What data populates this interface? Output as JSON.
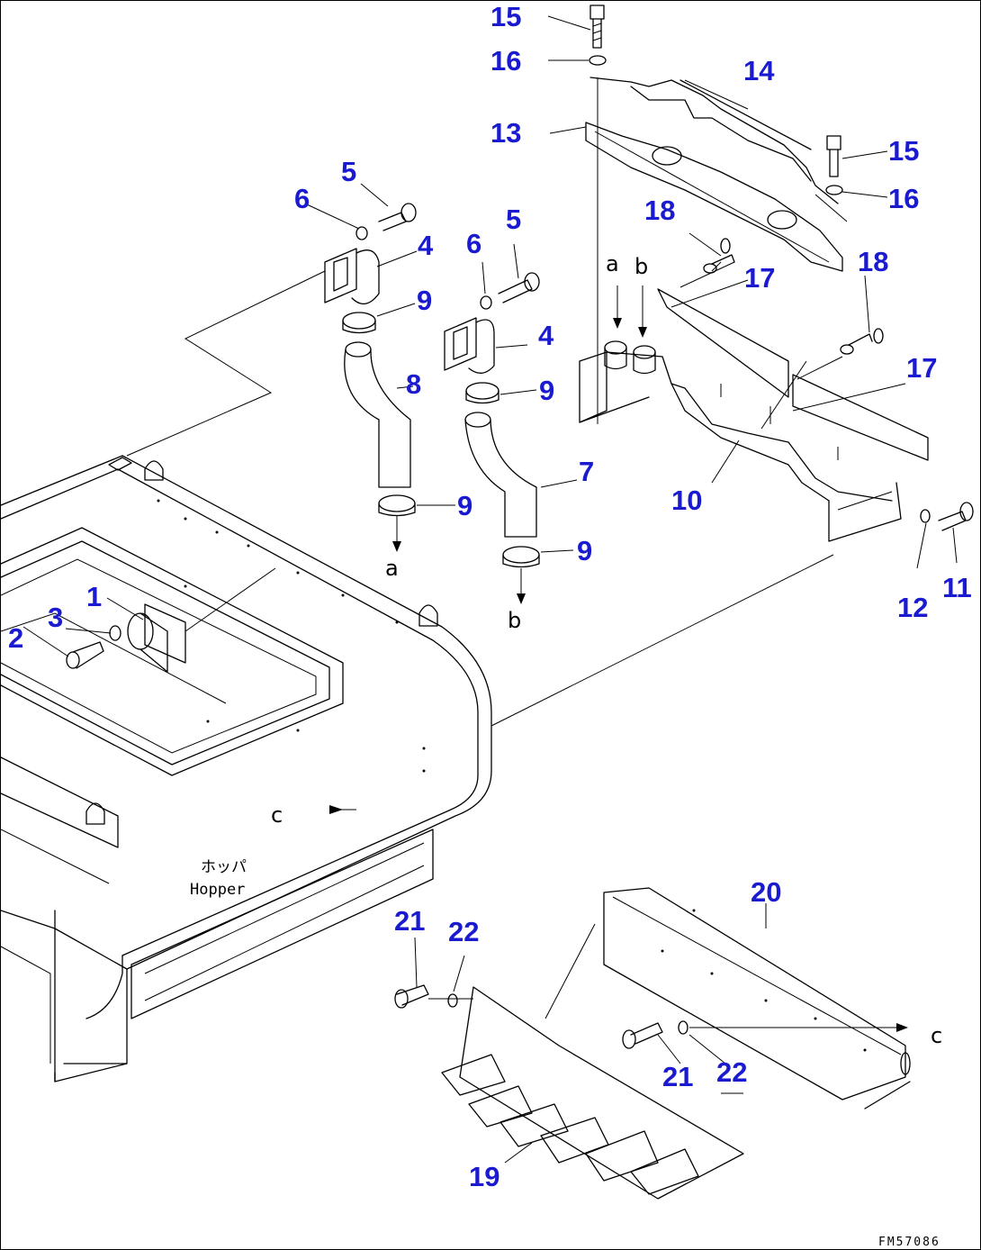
{
  "diagram": {
    "part_numbers": [
      "1",
      "2",
      "3",
      "4",
      "4",
      "5",
      "5",
      "6",
      "6",
      "7",
      "8",
      "9",
      "9",
      "9",
      "9",
      "10",
      "11",
      "12",
      "13",
      "14",
      "15",
      "15",
      "16",
      "16",
      "17",
      "17",
      "18",
      "18",
      "19",
      "20",
      "21",
      "21",
      "22",
      "22"
    ],
    "reference_letters": {
      "a_top": "a",
      "b_top": "b",
      "a_bottom": "a",
      "b_bottom": "b",
      "c_hopper": "c",
      "c_cover": "c"
    },
    "hopper_label_jp": "ホッパ",
    "hopper_label_en": "Hopper",
    "drawing_code": "FM57086",
    "label_color": "#1a1ad0"
  }
}
